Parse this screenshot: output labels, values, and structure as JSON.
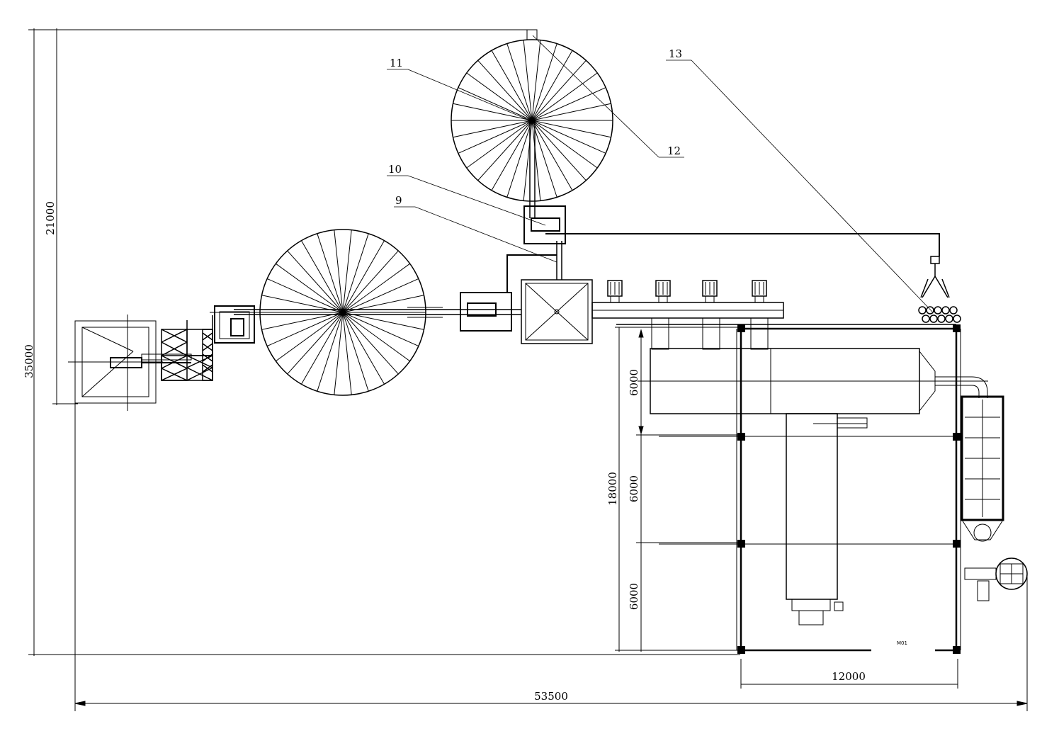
{
  "dimensions": {
    "total_height": "35000",
    "upper_height": "21000",
    "total_width": "53500",
    "building_width": "12000",
    "building_length": "18000",
    "bay_1": "6000",
    "bay_2": "6000",
    "bay_3": "6000"
  },
  "callouts": {
    "c9": "9",
    "c10": "10",
    "c11": "11",
    "c12": "12",
    "c13": "13"
  },
  "tags": {
    "motor_tag": "M01"
  },
  "colors": {
    "line": "#000000",
    "background": "#ffffff"
  }
}
